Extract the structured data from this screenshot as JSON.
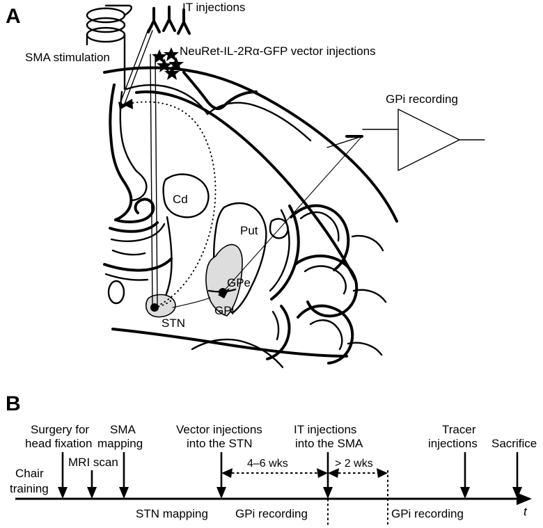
{
  "figure": {
    "panels": [
      {
        "letter": "A",
        "name": "experimental-setup-diagram"
      },
      {
        "letter": "B",
        "name": "experimental-timeline"
      }
    ]
  },
  "panel_a": {
    "letter": "A",
    "annotations": {
      "it_injections": "IT injections",
      "sma_stimulation": "SMA stimulation",
      "vector_injections": "NeuRet-IL-2Rα-GFP vector injections",
      "gpi_recording": "GPi recording"
    },
    "nuclei": [
      {
        "label": "Cd",
        "name": "caudate-nucleus-label"
      },
      {
        "label": "Put",
        "name": "putamen-label"
      },
      {
        "label": "GPe",
        "name": "globus-pallidus-externus-label"
      },
      {
        "label": "GPi",
        "name": "globus-pallidus-internus-label"
      },
      {
        "label": "STN",
        "name": "subthalamic-nucleus-label"
      }
    ],
    "icons": {
      "stimulation_coil": "coil-icon",
      "syringe": "syringe-icon",
      "star": "star-icon",
      "amplifier": "amplifier-triangle-icon",
      "recording_site": "recording-site-dot"
    },
    "colors": {
      "shading": "#dddddd",
      "outline": "#000000",
      "background": "#ffffff"
    }
  },
  "panel_b": {
    "letter": "B",
    "axis_label": "t",
    "events": [
      {
        "label": "Chair\ntraining",
        "line1": "Chair",
        "line2": "training",
        "name": "event-chair-training"
      },
      {
        "label": "Surgery for\nhead fixation",
        "line1": "Surgery for",
        "line2": "head fixation",
        "name": "event-surgery-head-fixation"
      },
      {
        "label": "MRI scan",
        "line1": "MRI scan",
        "line2": "",
        "name": "event-mri-scan"
      },
      {
        "label": "SMA\nmapping",
        "line1": "SMA",
        "line2": "mapping",
        "name": "event-sma-mapping"
      },
      {
        "label": "Vector injections\ninto the STN",
        "line1": "Vector injections",
        "line2": "into the STN",
        "name": "event-vector-injections-stn"
      },
      {
        "label": "IT injections\ninto the SMA",
        "line1": "IT injections",
        "line2": "into the SMA",
        "name": "event-it-injections-sma"
      },
      {
        "label": "Tracer\ninjections",
        "line1": "Tracer",
        "line2": "injections",
        "name": "event-tracer-injections"
      },
      {
        "label": "Sacrifice",
        "line1": "Sacrifice",
        "line2": "",
        "name": "event-sacrifice"
      }
    ],
    "intervals": [
      {
        "label": "4–6 wks",
        "name": "interval-4-6-weeks"
      },
      {
        "label": "> 2 wks",
        "name": "interval-more-than-2-weeks"
      }
    ],
    "phases": [
      {
        "label": "STN mapping",
        "name": "phase-stn-mapping"
      },
      {
        "label": "GPi recording",
        "name": "phase-gpi-recording-1"
      },
      {
        "label": "GPi recording",
        "name": "phase-gpi-recording-2"
      }
    ]
  }
}
